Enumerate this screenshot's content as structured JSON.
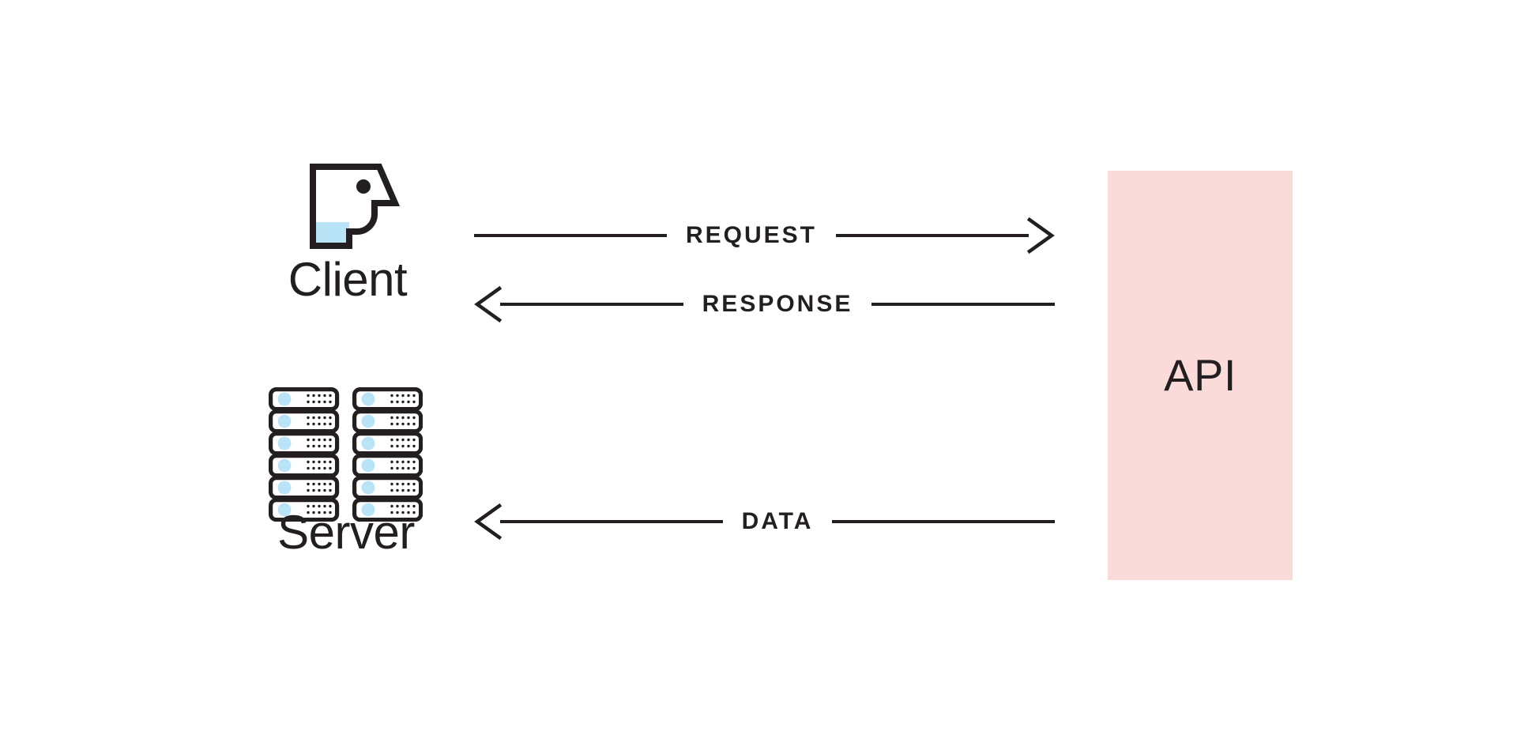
{
  "diagram": {
    "title": "Client-Server API request/response flow",
    "background_color": "#ffffff",
    "ink_color": "#231f20",
    "accent_blue": "#b9e3f6",
    "accent_pink": "#fbdada"
  },
  "nodes": [
    {
      "id": "client",
      "label": "Client",
      "icon": "head-profile-icon",
      "position": "top-left"
    },
    {
      "id": "server",
      "label": "Server",
      "icon": "server-rack-icon",
      "position": "bottom-left",
      "rack_columns": 2,
      "rack_units_per_column": 6
    },
    {
      "id": "api",
      "label": "API",
      "icon": "api-block",
      "position": "right",
      "fill": "#fbdada"
    }
  ],
  "flows": [
    {
      "id": "request",
      "label": "REQUEST",
      "from": "client",
      "to": "api",
      "direction": "right",
      "arrow_icon": "arrow-right-icon"
    },
    {
      "id": "response",
      "label": "RESPONSE",
      "from": "api",
      "to": "client",
      "direction": "left",
      "arrow_icon": "arrow-left-icon"
    },
    {
      "id": "data",
      "label": "DATA",
      "from": "api",
      "to": "server",
      "direction": "left",
      "arrow_icon": "arrow-left-icon"
    }
  ]
}
